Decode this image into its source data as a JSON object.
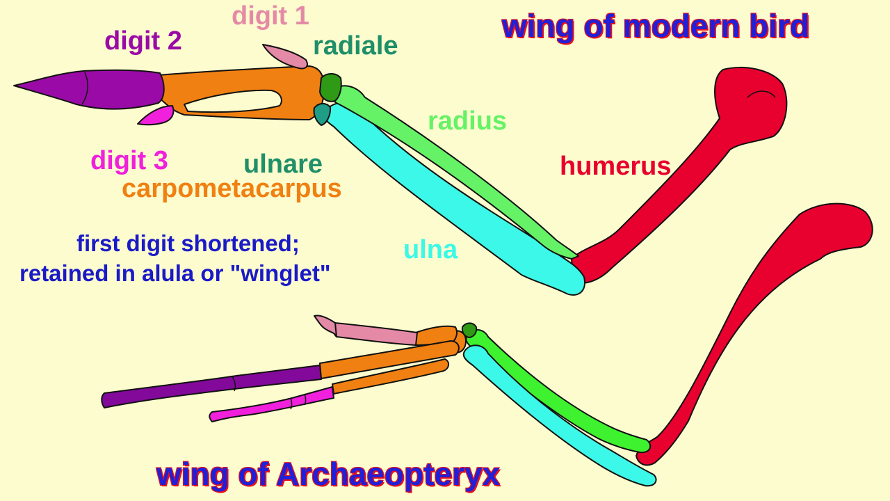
{
  "titles": {
    "modern": "wing of modern bird",
    "archaeopteryx": "wing of Archaeopteryx"
  },
  "labels": {
    "digit1": "digit 1",
    "digit2": "digit 2",
    "digit3": "digit 3",
    "radiale": "radiale",
    "radius": "radius",
    "ulnare": "ulnare",
    "carpometacarpus": "carpometacarpus",
    "humerus": "humerus",
    "ulna": "ulna"
  },
  "note": {
    "line1": "first digit shortened;",
    "line2": "retained in alula or \"winglet\""
  },
  "colors": {
    "background": "#fcfcce",
    "digit1": "#e58aa6",
    "digit2": "#9a0aa6",
    "digit3": "#f020dc",
    "radiale": "#1f8f6a",
    "ulnare": "#1f8f6a",
    "carpometacarpus": "#f08012",
    "radius": "#66f266",
    "ulna": "#3cf8e8",
    "humerus": "#e8002e",
    "title_text": "#2020d8",
    "title_outline": "#e8101a",
    "note": "#1a1ac8"
  }
}
